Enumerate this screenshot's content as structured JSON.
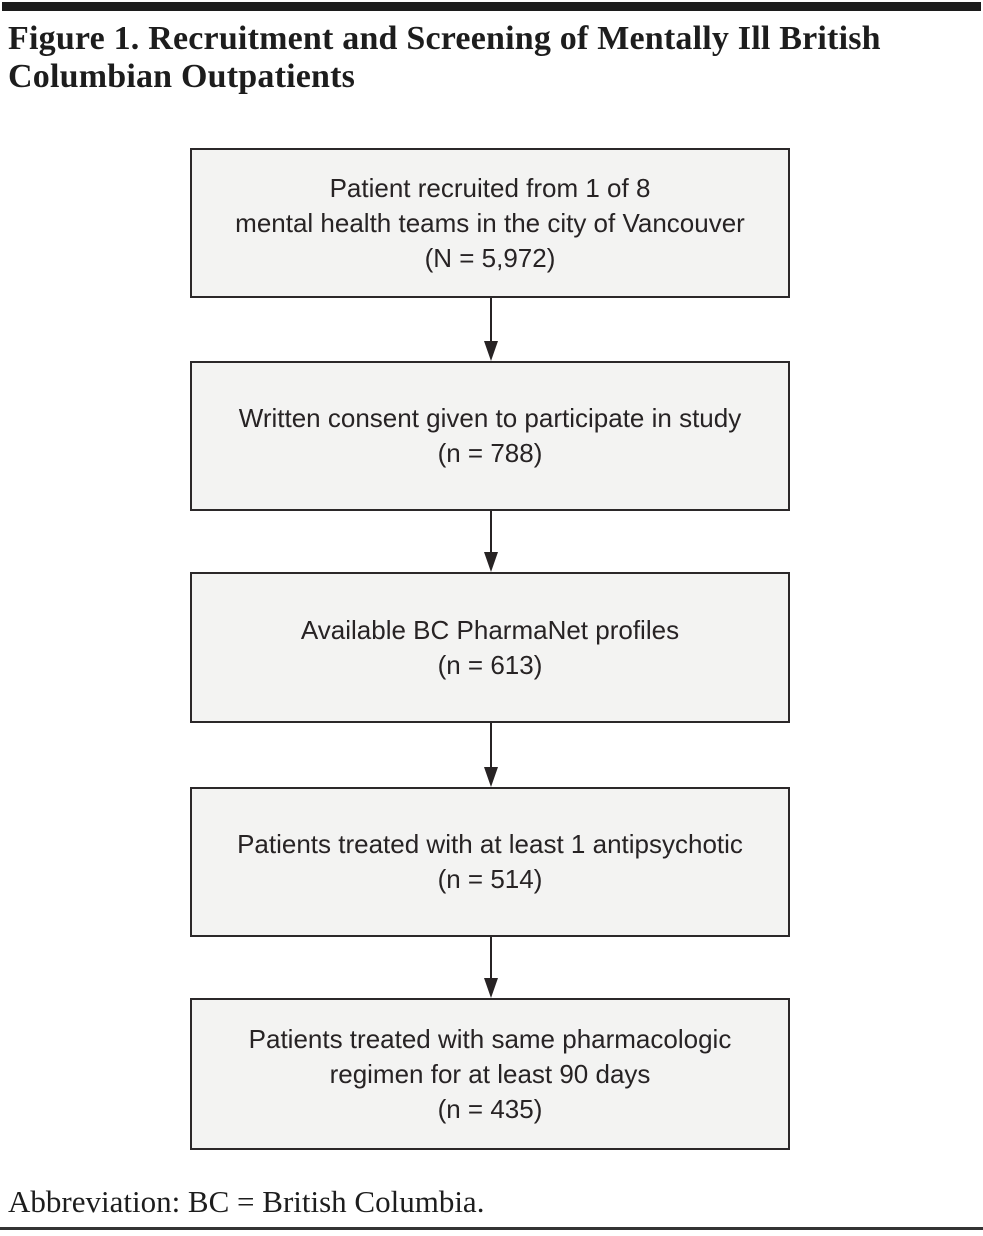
{
  "figure": {
    "title_lines": [
      "Figure 1. Recruitment and Screening of Mentally Ill British",
      "Columbian Outpatients"
    ],
    "footnote": "Abbreviation: BC = British Columbia."
  },
  "flowchart": {
    "boxes": [
      {
        "name": "recruitment",
        "n": 5972,
        "lines": [
          "Patient recruited from 1 of 8",
          "mental health teams in the city of Vancouver",
          "(N = 5,972)"
        ]
      },
      {
        "name": "consent",
        "n": 788,
        "lines": [
          "Written consent given to participate in study",
          "(n = 788)"
        ]
      },
      {
        "name": "pharmanet-profiles",
        "n": 613,
        "lines": [
          "Available BC PharmaNet profiles",
          "(n = 613)"
        ]
      },
      {
        "name": "antipsychotic-treated",
        "n": 514,
        "lines": [
          "Patients treated with at least 1 antipsychotic",
          "(n = 514)"
        ]
      },
      {
        "name": "stable-regimen",
        "n": 435,
        "lines": [
          "Patients treated with same pharmacologic",
          "regimen for at least 90 days",
          "(n = 435)"
        ]
      }
    ],
    "colors": {
      "box_fill": "#f3f3f2",
      "box_border": "#2b2829",
      "arrow": "#272324",
      "text": "#272324",
      "rule": "#1c1c1c"
    }
  }
}
